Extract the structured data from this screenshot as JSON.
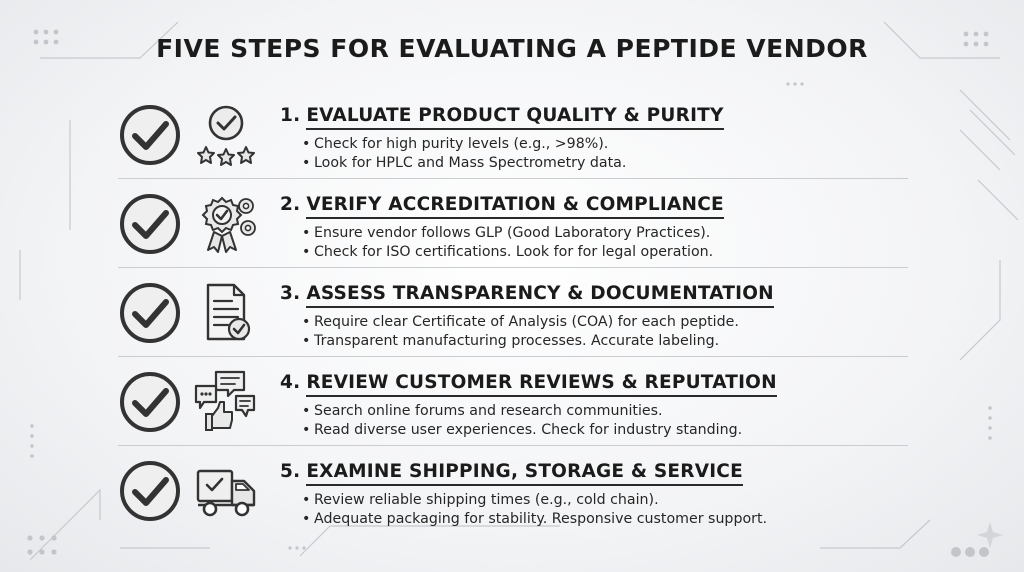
{
  "title": "FIVE STEPS FOR EVALUATING A PEPTIDE VENDOR",
  "steps": [
    {
      "number": "1.",
      "heading": "EVALUATE PRODUCT QUALITY & PURITY",
      "icon": "badge-stars-icon",
      "bullets": [
        "Check for high purity levels (e.g., >98%).",
        "Look for HPLC and Mass Spectrometry data."
      ]
    },
    {
      "number": "2.",
      "heading": "VERIFY ACCREDITATION & COMPLIANCE",
      "icon": "award-gears-icon",
      "bullets": [
        "Ensure vendor follows GLP (Good Laboratory Practices).",
        "Check for ISO certifications. Look for for legal operation."
      ]
    },
    {
      "number": "3.",
      "heading": "ASSESS TRANSPARENCY & DOCUMENTATION",
      "icon": "document-check-icon",
      "bullets": [
        "Require clear Certificate of Analysis (COA) for each peptide.",
        "Transparent manufacturing processes. Accurate labeling."
      ]
    },
    {
      "number": "4.",
      "heading": "REVIEW CUSTOMER REVIEWS & REPUTATION",
      "icon": "chat-thumbs-up-icon",
      "bullets": [
        "Search online forums and research communities.",
        "Read diverse user experiences. Check for industry standing."
      ]
    },
    {
      "number": "5.",
      "heading": "EXAMINE SHIPPING, STORAGE & SERVICE",
      "icon": "delivery-truck-icon",
      "bullets": [
        "Review reliable shipping times (e.g., cold chain).",
        "Adequate packaging for stability. Responsive customer support."
      ]
    }
  ]
}
